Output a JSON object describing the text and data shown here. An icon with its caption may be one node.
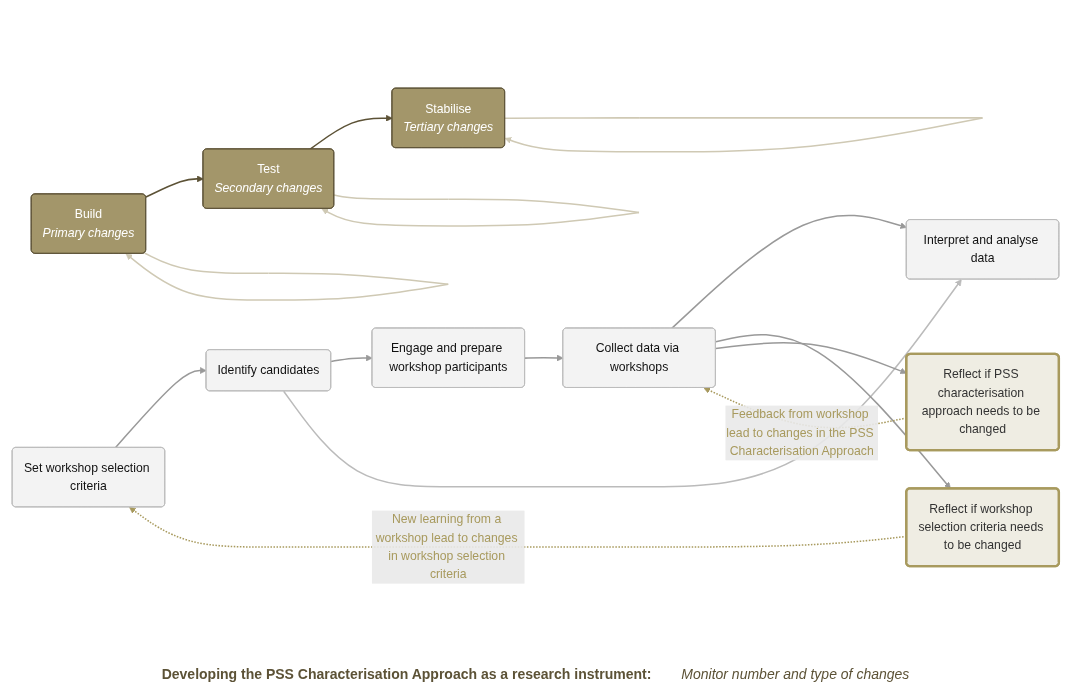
{
  "diagram": {
    "nodes": [
      {
        "text": [
          "Set workshop selection criteria"
        ]
      },
      {
        "text": [
          "Identify candidates"
        ]
      },
      {
        "text": [
          "Engage and prepare workshop participants"
        ]
      },
      {
        "text": [
          "Collect data via workshops"
        ]
      },
      {
        "text": [
          "Interpret and analyse data"
        ]
      },
      {
        "text": [
          "Reflect if workshop selection criteria needs to be changed"
        ]
      },
      {
        "text": [
          "Reflect if PSS characterisation approach needs to be changed"
        ]
      },
      {
        "text": [
          "Build",
          "Primary changes"
        ]
      },
      {
        "text": [
          "Test",
          "Secondary changes"
        ]
      },
      {
        "text": [
          "Stabilise",
          "Tertiary changes"
        ]
      }
    ],
    "edges": [
      {
        "from": 0,
        "to": 1,
        "arrow": "to"
      },
      {
        "from": 1,
        "to": 2,
        "arrow": "to"
      },
      {
        "from": 1,
        "to": 4,
        "arrow": "to",
        "color": "#bbbbbb"
      },
      {
        "from": 2,
        "to": 3,
        "arrow": "to"
      },
      {
        "from": 3,
        "to": 4,
        "arrow": "to"
      },
      {
        "from": 3,
        "to": 5,
        "arrow": "to"
      },
      {
        "from": 3,
        "to": 6,
        "arrow": "to"
      },
      {
        "from": 5,
        "to": 0,
        "arrow": "to",
        "style": "dashed",
        "color": "#a89a5e",
        "label": "New learning from a workshop lead to changes in workshop selection criteria"
      },
      {
        "from": 6,
        "to": 3,
        "arrow": "to",
        "style": "dashed",
        "color": "#a89a5e",
        "label": "Feedback from workshop lead to changes in the PSS Characterisation Approach"
      },
      {
        "from": 7,
        "to": 8,
        "arrow": "to",
        "color": "#5c5236"
      },
      {
        "from": 8,
        "to": 9,
        "arrow": "to",
        "color": "#5c5236"
      },
      {
        "from": 7,
        "to": 7,
        "arrow": "to",
        "color": "#cfc9b4"
      },
      {
        "from": 8,
        "to": 8,
        "arrow": "to",
        "color": "#cfc9b4"
      },
      {
        "from": 9,
        "to": 9,
        "arrow": "to",
        "color": "#cfc9b4"
      }
    ],
    "labels": [
      "Developing the PSS Characterisation Approach as a research instrument:",
      "Monitor number and type of changes"
    ]
  }
}
